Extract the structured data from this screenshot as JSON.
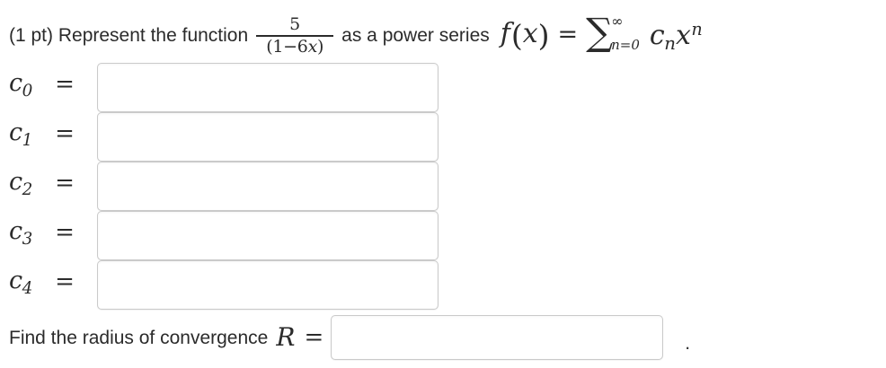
{
  "problem": {
    "points_label": "(1 pt)",
    "prompt_before": "Represent the function",
    "function": {
      "numerator": "5",
      "denominator_open": "(1",
      "denominator_minus": "−6",
      "denominator_var": "x",
      "denominator_close": ")"
    },
    "prompt_after": "as a power series",
    "series_expression": {
      "f": "f",
      "open_paren": "(",
      "variable": "x",
      "close_paren": ")",
      "equals": "=",
      "sigma": "∑",
      "upper_limit": "∞",
      "lower_limit": "n=0",
      "term_coefficient": "c",
      "term_coefficient_sub": "n",
      "term_base": "x",
      "term_exponent": "n"
    }
  },
  "coefficients": [
    {
      "symbol": "c",
      "subscript": "0",
      "equals": "=",
      "value": "",
      "placeholder": ""
    },
    {
      "symbol": "c",
      "subscript": "1",
      "equals": "=",
      "value": "",
      "placeholder": ""
    },
    {
      "symbol": "c",
      "subscript": "2",
      "equals": "=",
      "value": "",
      "placeholder": ""
    },
    {
      "symbol": "c",
      "subscript": "3",
      "equals": "=",
      "value": "",
      "placeholder": ""
    },
    {
      "symbol": "c",
      "subscript": "4",
      "equals": "=",
      "value": "",
      "placeholder": ""
    }
  ],
  "radius": {
    "prompt": "Find the radius of convergence",
    "symbol": "R",
    "equals": "=",
    "value": "",
    "placeholder": "",
    "trailing_punctuation": "."
  },
  "colors": {
    "background": "#ffffff",
    "text": "#2b2b2b",
    "input_border": "#cacaca",
    "input_background": "#ffffff"
  }
}
